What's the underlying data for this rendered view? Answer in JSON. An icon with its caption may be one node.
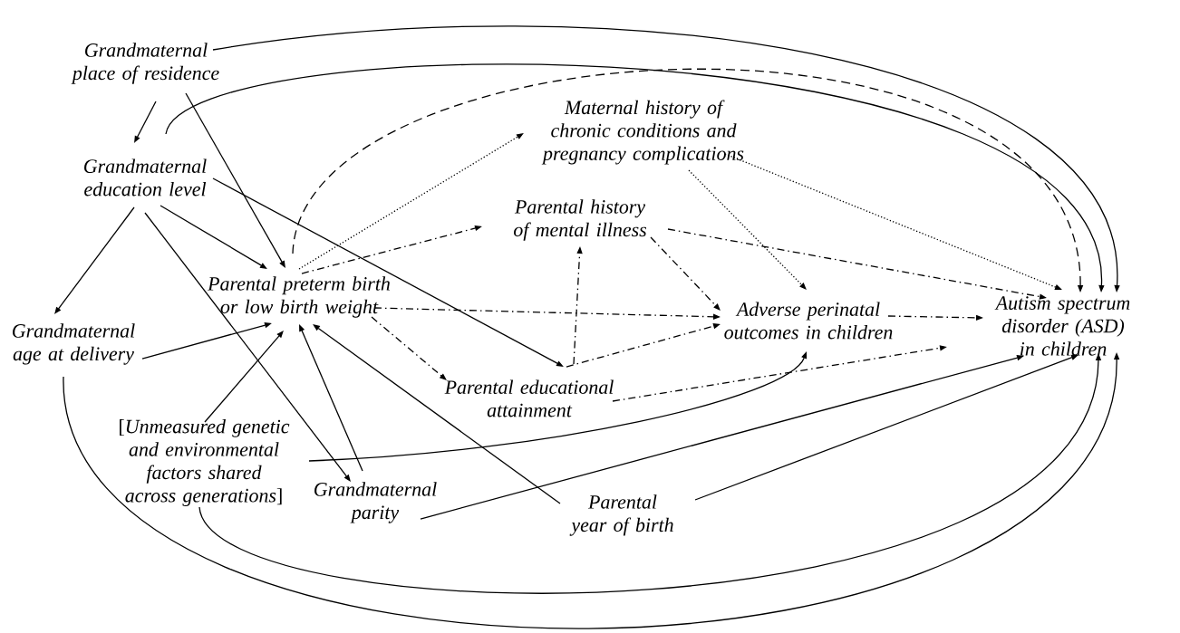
{
  "diagram": {
    "nodes": [
      {
        "text": [
          "Grandmaternal place of residence"
        ]
      },
      {
        "text": [
          "Grandmaternal education level"
        ]
      },
      {
        "text": [
          "Maternal history of chronic conditions and pregnancy complications"
        ]
      },
      {
        "text": [
          "Parental history of mental illness"
        ]
      },
      {
        "text": [
          "Parental preterm birth or low birth weight"
        ]
      },
      {
        "text": [
          "Grandmaternal age at delivery"
        ]
      },
      {
        "text": [
          "Adverse perinatal outcomes in children"
        ]
      },
      {
        "text": [
          "Autism spectrum disorder (ASD) in children"
        ]
      },
      {
        "text": [
          "Parental educational attainment"
        ]
      },
      {
        "text": [
          "[*Unmeasured genetic and environmental factors shared across generations*]"
        ]
      },
      {
        "text": [
          "Grandmaternal parity"
        ]
      },
      {
        "text": [
          "Parental year of birth"
        ]
      }
    ],
    "edges": [
      {
        "from": 0,
        "to": 1,
        "arrow": "to"
      },
      {
        "from": 0,
        "to": 4,
        "arrow": "to"
      },
      {
        "from": 0,
        "to": 7,
        "arrow": "to"
      },
      {
        "from": 1,
        "to": 7,
        "arrow": "to"
      },
      {
        "from": 1,
        "to": 4,
        "arrow": "to"
      },
      {
        "from": 1,
        "to": 8,
        "arrow": "to"
      },
      {
        "from": 1,
        "to": 5,
        "arrow": "to"
      },
      {
        "from": 1,
        "to": 10,
        "arrow": "to"
      },
      {
        "from": 4,
        "to": 2,
        "arrow": "to",
        "style": "dashed"
      },
      {
        "from": 4,
        "to": 3,
        "arrow": "to",
        "style": "dashed"
      },
      {
        "from": 4,
        "to": 7,
        "arrow": "to",
        "style": "dashed"
      },
      {
        "from": 4,
        "to": 6,
        "arrow": "to",
        "style": "dashed"
      },
      {
        "from": 4,
        "to": 8,
        "arrow": "to",
        "style": "dashed"
      },
      {
        "from": 5,
        "to": 4,
        "arrow": "to"
      },
      {
        "from": 5,
        "to": 7,
        "arrow": "to"
      },
      {
        "from": 9,
        "to": 4,
        "arrow": "to"
      },
      {
        "from": 9,
        "to": 6,
        "arrow": "to"
      },
      {
        "from": 9,
        "to": 7,
        "arrow": "to"
      },
      {
        "from": 10,
        "to": 4,
        "arrow": "to"
      },
      {
        "from": 10,
        "to": 7,
        "arrow": "to"
      },
      {
        "from": 11,
        "to": 4,
        "arrow": "to"
      },
      {
        "from": 11,
        "to": 7,
        "arrow": "to"
      },
      {
        "from": 2,
        "to": 6,
        "arrow": "to",
        "style": "dashed"
      },
      {
        "from": 2,
        "to": 7,
        "arrow": "to",
        "style": "dashed"
      },
      {
        "from": 3,
        "to": 6,
        "arrow": "to",
        "style": "dashed"
      },
      {
        "from": 3,
        "to": 7,
        "arrow": "to",
        "style": "dashed"
      },
      {
        "from": 8,
        "to": 3,
        "arrow": "to",
        "style": "dashed"
      },
      {
        "from": 8,
        "to": 6,
        "arrow": "to",
        "style": "dashed"
      },
      {
        "from": 8,
        "to": 7,
        "arrow": "to",
        "style": "dashed"
      },
      {
        "from": 6,
        "to": 7,
        "arrow": "to",
        "style": "dashed"
      }
    ]
  }
}
